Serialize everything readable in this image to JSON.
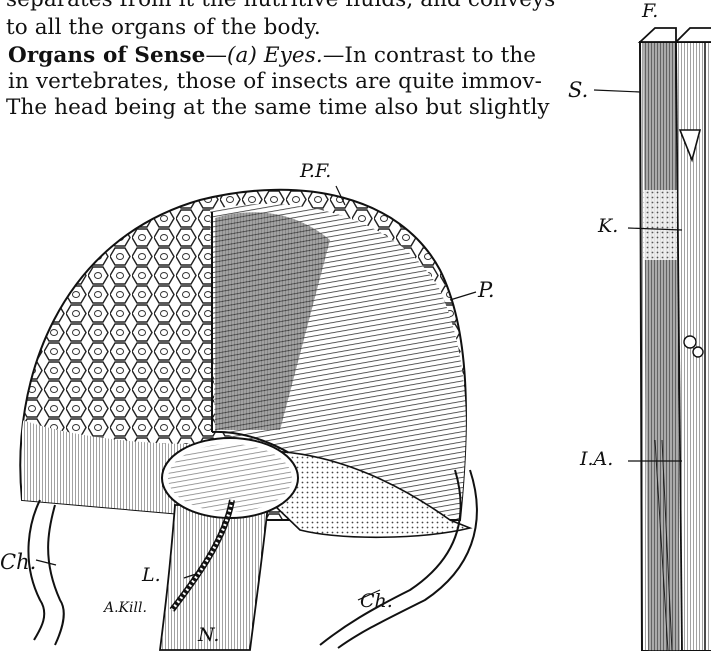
{
  "text": {
    "line1": "separates from it the nutritive fluids, and conveys",
    "line2": "to all the organs of the body.",
    "line3_heading": "Organs of Sense",
    "line3_sub": "(a)",
    "line3_eyes": "Eyes.",
    "line3_rest": "—In contrast to the",
    "line4": "in vertebrates, those of insects are quite immov-",
    "line5": "The head being at the same time also but slightly"
  },
  "figure": {
    "labels": {
      "pf": "P.F.",
      "p": "P.",
      "ch_left": "Ch.",
      "ch_right": "Ch.",
      "l": "L.",
      "n": "N.",
      "signature": "A.Kill.",
      "f": "F.",
      "s": "S.",
      "k": "K.",
      "ia": "I.A."
    }
  }
}
